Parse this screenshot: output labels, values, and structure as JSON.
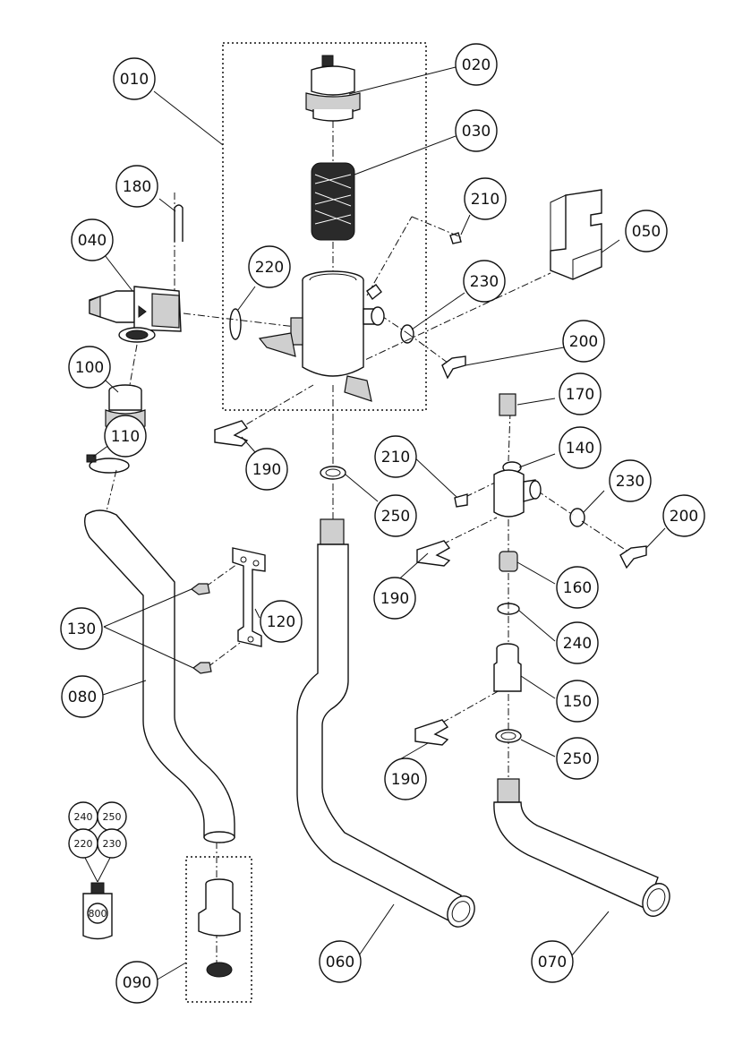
{
  "labels": {
    "p010": "010",
    "p020": "020",
    "p030": "030",
    "p040": "040",
    "p050": "050",
    "p060": "060",
    "p070": "070",
    "p080": "080",
    "p090": "090",
    "p100": "100",
    "p110": "110",
    "p120": "120",
    "p130": "130",
    "p140": "140",
    "p150": "150",
    "p160": "160",
    "p170": "170",
    "p180": "180",
    "p190a": "190",
    "p190b": "190",
    "p190c": "190",
    "p200a": "200",
    "p200b": "200",
    "p210a": "210",
    "p210b": "210",
    "p220": "220",
    "p230a": "230",
    "p230b": "230",
    "p240": "240",
    "p250a": "250",
    "p250b": "250"
  },
  "kit": {
    "c240": "240",
    "c250": "250",
    "c220": "220",
    "c230": "230",
    "tube": "800"
  }
}
